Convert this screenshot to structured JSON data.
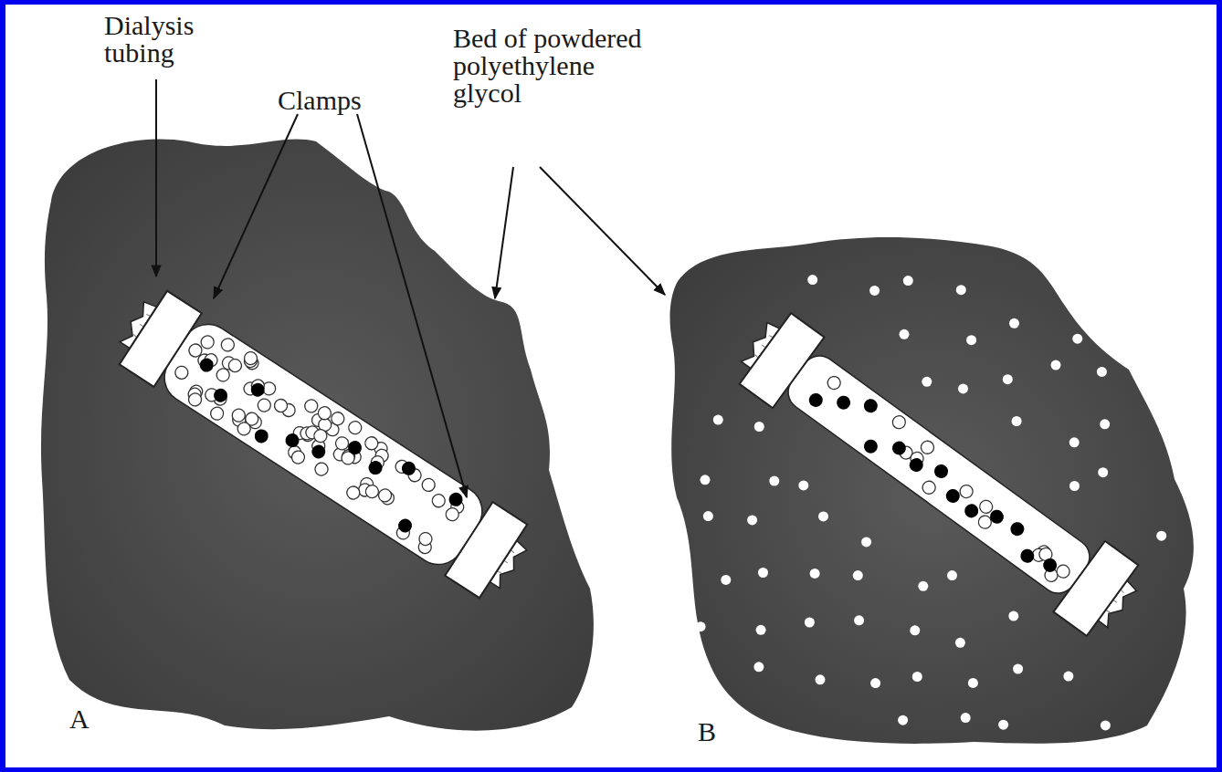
{
  "diagram": {
    "labels": [
      "Dialysis tubing",
      "Clamps",
      "Bed of powdered polyethylene glycol",
      "A",
      "B"
    ]
  }
}
